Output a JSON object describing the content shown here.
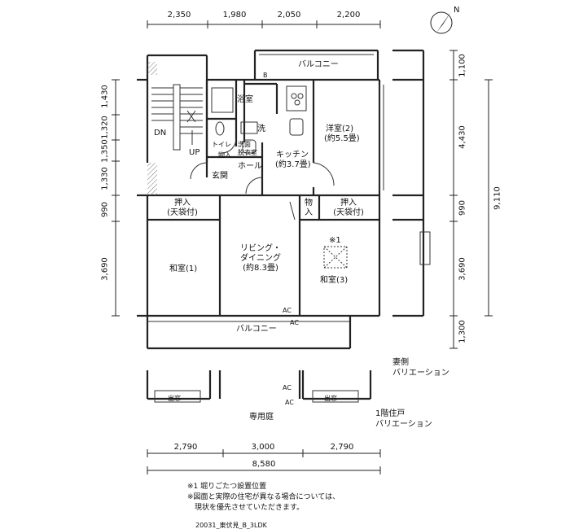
{
  "dims_top": [
    "2,350",
    "1,980",
    "2,050",
    "2,200"
  ],
  "dims_left": [
    "1,430",
    "1,320",
    "1,350",
    "1,330",
    "990",
    "3,690"
  ],
  "dims_right": [
    "1,100",
    "4,430",
    "990",
    "3,690",
    "1,300"
  ],
  "dim_right_total": "9,110",
  "dims_bottom": [
    "2,790",
    "3,000",
    "2,790"
  ],
  "dim_bottom_total": "8,580",
  "rooms": {
    "balcony_top": "バルコニー",
    "bath": "浴室",
    "wash": "洗",
    "toilet": "トイレ",
    "washroom_1": "洗面",
    "washroom_2": "脱衣室",
    "kitchen_1": "キッチン",
    "kitchen_2": "(約3.7畳)",
    "western_1": "洋室(2)",
    "western_2": "(約5.5畳)",
    "hall": "ホール",
    "entrance": "玄関",
    "storage_small": "物入",
    "oshiire_left_1": "押入",
    "oshiire_left_2": "(天袋付)",
    "storage_mid_1": "物",
    "storage_mid_2": "入",
    "oshiire_right_1": "押入",
    "oshiire_right_2": "(天袋付)",
    "washitsu_1": "和室(1)",
    "ldk_1": "リビング・",
    "ldk_2": "ダイニング",
    "ldk_3": "(約8.3畳)",
    "washitsu_3": "和室(3)",
    "kotatsu_mark": "※1",
    "balcony_bottom": "バルコニー",
    "private_garden": "専用庭",
    "demado_left": "出窓",
    "demado_right": "出窓",
    "ac_1": "AC",
    "ac_2": "AC",
    "ac_3": "AC",
    "ac_4": "AC",
    "b_label": "B",
    "dn": "DN",
    "up": "UP"
  },
  "variations": {
    "side_1": "妻側",
    "side_2": "バリエーション",
    "ground_1": "1階住戸",
    "ground_2": "バリエーション"
  },
  "compass": {
    "label": "N",
    "icon": "north-arrow-icon"
  },
  "notes": [
    "※1 堀りごたつ設置位置",
    "※図面と実際の住宅が異なる場合については、",
    "　現状を優先させていただきます。"
  ],
  "caption": "20031_東伏見_B_3LDK"
}
